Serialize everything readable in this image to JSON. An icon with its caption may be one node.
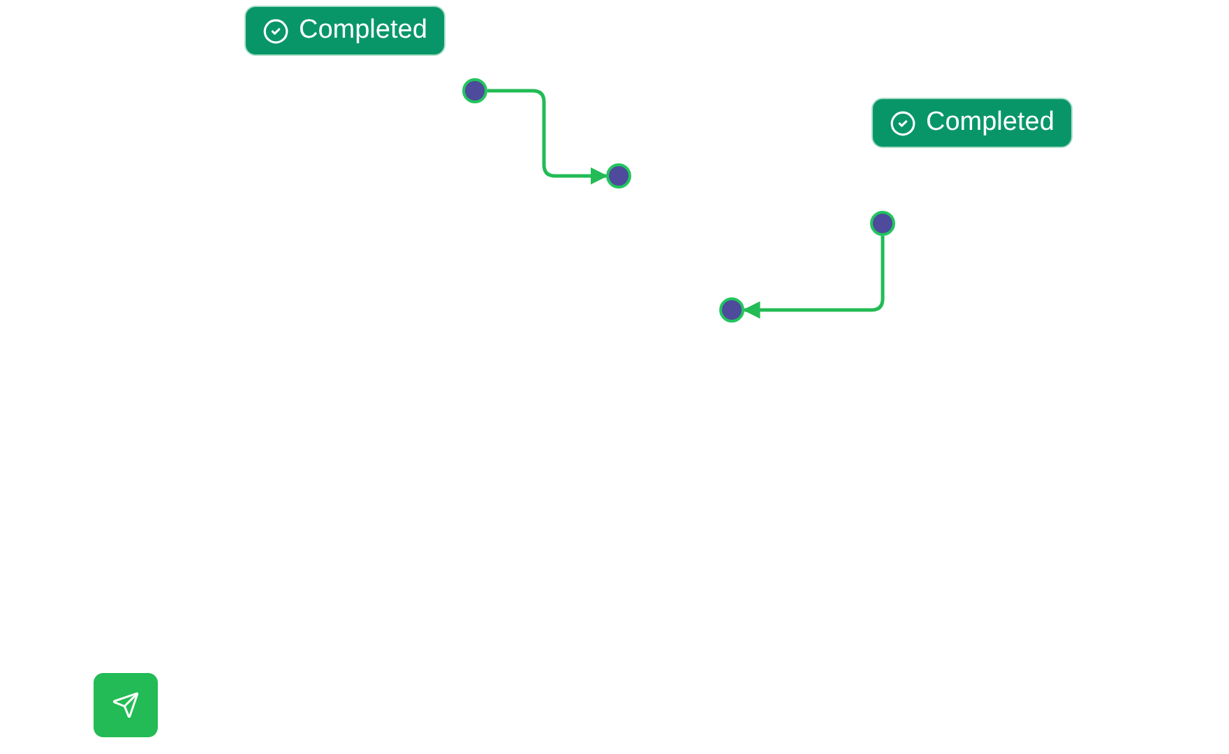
{
  "diagram": {
    "nodes": [
      {
        "text": [
          "Completed"
        ]
      },
      {
        "text": [],
        "shape": "circle"
      },
      {
        "text": [
          "Completed"
        ]
      },
      {
        "text": [],
        "shape": "circle"
      },
      {
        "text": [],
        "shape": "circle"
      },
      {
        "text": [],
        "shape": "circle"
      }
    ],
    "edges": [
      {
        "from": 1,
        "to": 3,
        "arrow": "to"
      },
      {
        "from": 4,
        "to": 5,
        "arrow": "to"
      }
    ]
  }
}
